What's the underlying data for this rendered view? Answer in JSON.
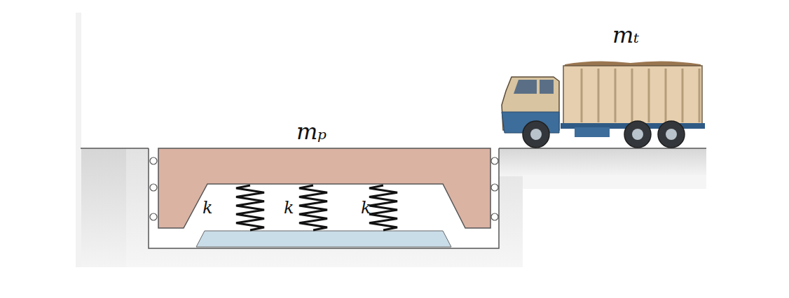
{
  "diagram": {
    "labels": [
      "mₜ",
      "mₚ",
      "k",
      "k",
      "k"
    ]
  }
}
